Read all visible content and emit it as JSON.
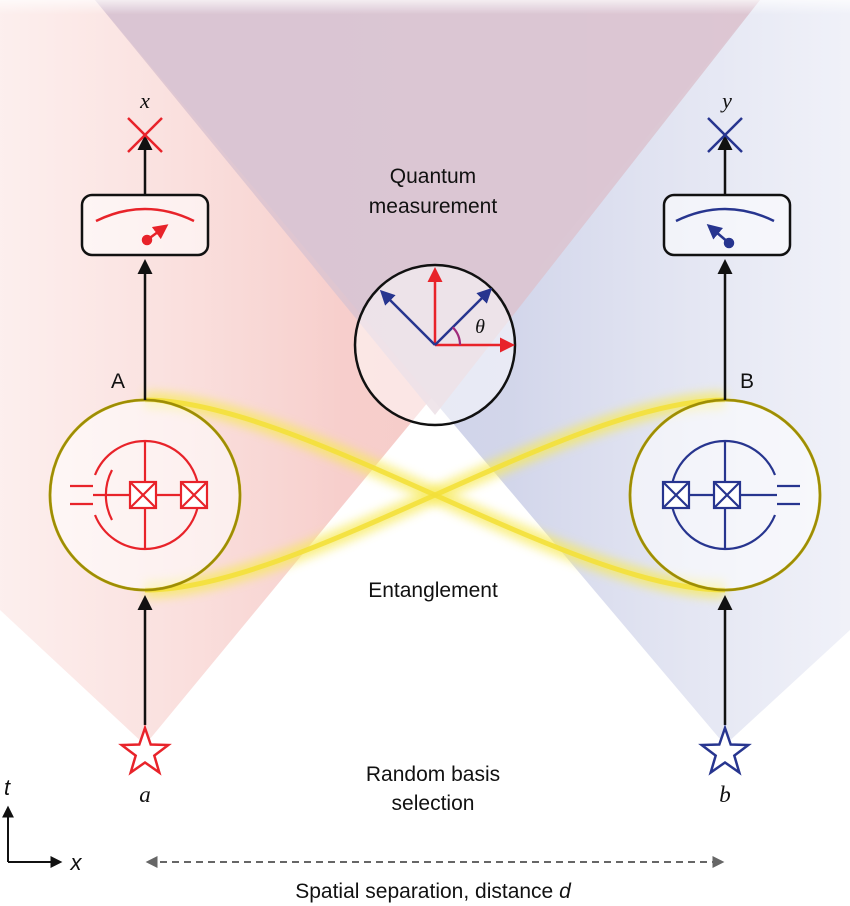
{
  "labels": {
    "quantum_measurement_line1": "Quantum",
    "quantum_measurement_line2": "measurement",
    "entanglement": "Entanglement",
    "random_basis_line1": "Random basis",
    "random_basis_line2": "selection",
    "spatial_separation_prefix": "Spatial separation, distance ",
    "spatial_separation_var": "d",
    "node_a_label": "A",
    "node_b_label": "B",
    "output_a": "x",
    "output_b": "y",
    "input_a": "a",
    "input_b": "b",
    "axis_time": "t",
    "axis_space": "x",
    "angle_symbol": "θ"
  },
  "colors": {
    "party_a": "#e8232a",
    "party_b": "#27358f",
    "entanglement_glow": "#f4e23a",
    "entanglement_ring": "#c9b100",
    "cone_a": "#f6c9c6",
    "cone_b": "#c9cde6",
    "cone_overlap": "#dcc3cf",
    "angle_arc": "#a02a7a",
    "ink": "#111111",
    "dashed_arrow": "#666666"
  },
  "icons": {
    "detector_a": "x-mark-icon",
    "detector_b": "x-mark-icon",
    "meter_a": "gauge-meter-icon",
    "meter_b": "gauge-meter-icon",
    "qubit_a": "superconducting-qubit-icon",
    "qubit_b": "superconducting-qubit-icon",
    "source_a": "star-icon",
    "source_b": "star-icon"
  }
}
